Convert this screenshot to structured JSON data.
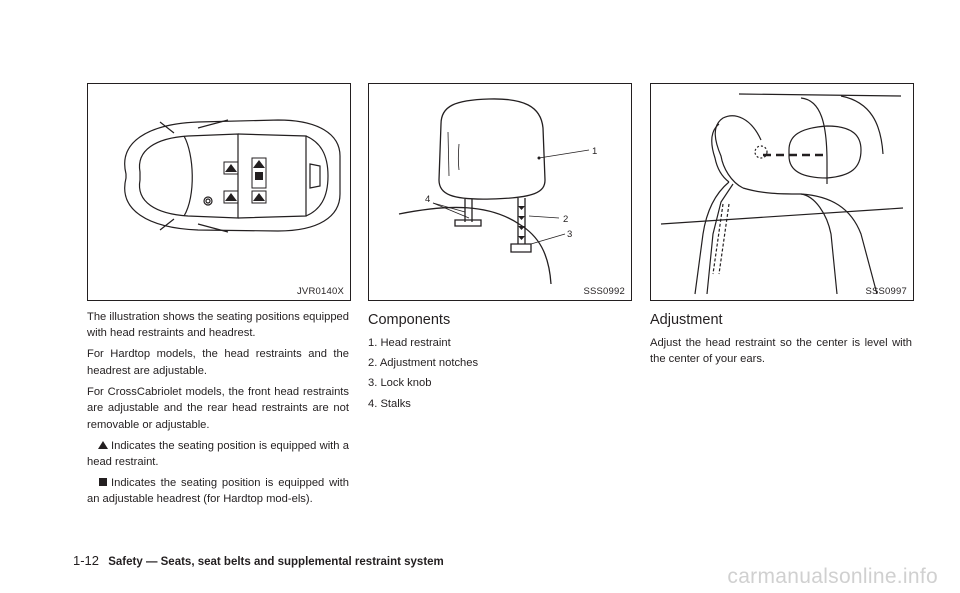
{
  "figures": [
    {
      "code": "JVR0140X"
    },
    {
      "code": "SSS0992",
      "callouts": [
        "1",
        "2",
        "3",
        "4"
      ]
    },
    {
      "code": "SSS0997"
    }
  ],
  "column1": {
    "paragraphs": [
      "The illustration shows the seating positions equipped with head restraints and headrest.",
      "For Hardtop models, the head restraints and the headrest are adjustable.",
      "For CrossCabriolet models, the front head restraints are adjustable and the rear head restraints are not removable or adjustable."
    ],
    "legend": [
      {
        "icon": "triangle-icon",
        "text": "Indicates the seating position is equipped with a head restraint."
      },
      {
        "icon": "square-icon",
        "text": "Indicates the seating position is equipped with an adjustable headrest (for Hardtop mod-els)."
      }
    ]
  },
  "column2": {
    "heading": "Components",
    "items": [
      "1. Head restraint",
      "2. Adjustment notches",
      "3. Lock knob",
      "4. Stalks"
    ]
  },
  "column3": {
    "heading": "Adjustment",
    "text": "Adjust the head restraint so the center is level with the center of your ears."
  },
  "footer": {
    "page": "1-12",
    "title": "Safety — Seats, seat belts and supplemental restraint system"
  },
  "watermark": "carmanualsonline.info"
}
